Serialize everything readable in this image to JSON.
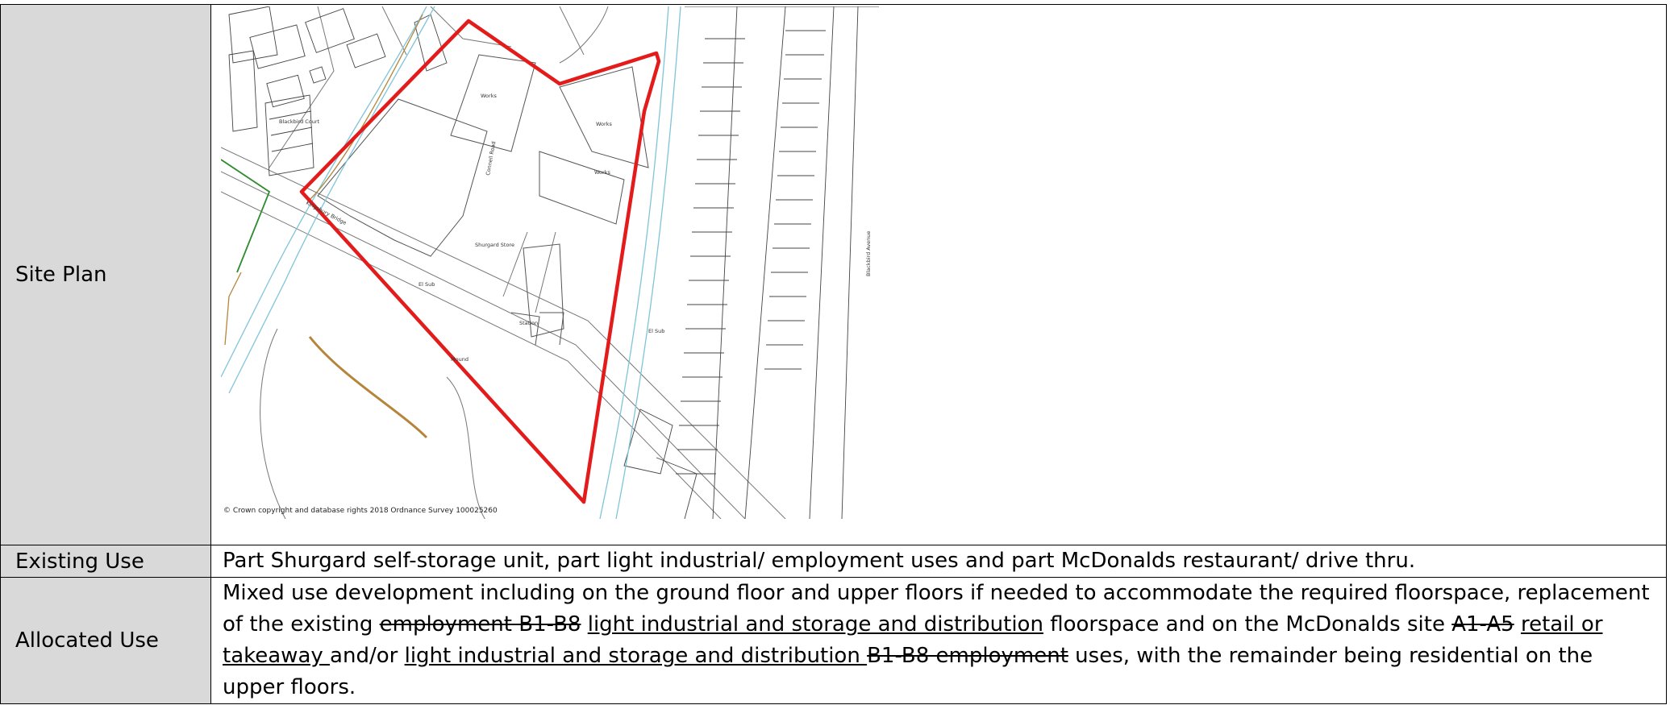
{
  "rows": {
    "site_plan": {
      "label": "Site Plan",
      "map": {
        "copyright": "© Crown copyright and database rights 2018 Ordnance Survey 100025260",
        "labels": {
          "works_1": "Works",
          "works_2": "Works",
          "works_3": "Works",
          "court": "Blackbird Court",
          "bridge": "Kingsbury Bridge",
          "road": "Connell Road",
          "store": "Shurgard Store",
          "station": "Station",
          "el_sub": "El Sub",
          "mound": "Mound",
          "right_road": "Blackbird Avenue"
        },
        "colors": {
          "boundary": "#e31b1b",
          "water": "#7fc4d8",
          "path": "#b5853a",
          "green": "#2e8b2e"
        }
      }
    },
    "existing_use": {
      "label": "Existing Use",
      "text": "Part Shurgard self-storage unit, part light industrial/ employment uses and part McDonalds restaurant/ drive thru."
    },
    "allocated_use": {
      "label": "Allocated Use",
      "seg1": "Mixed use development including on the ground floor and upper floors if needed to accommodate the required floorspace, replacement of the existing ",
      "seg2_strike": "employment B1-B8",
      "seg3": " ",
      "seg4_underline": "light industrial and storage and distribution",
      "seg5": " floorspace and on the McDonalds site ",
      "seg6_strike": "A1-A5",
      "seg7": " ",
      "seg8_underline": "retail or takeaway ",
      "seg9": "and/or ",
      "seg10_underline": "light industrial and storage and distribution ",
      "seg11_strike": "B1-B8 employment",
      "seg12": " uses, with the remainder being residential on the upper floors."
    }
  }
}
